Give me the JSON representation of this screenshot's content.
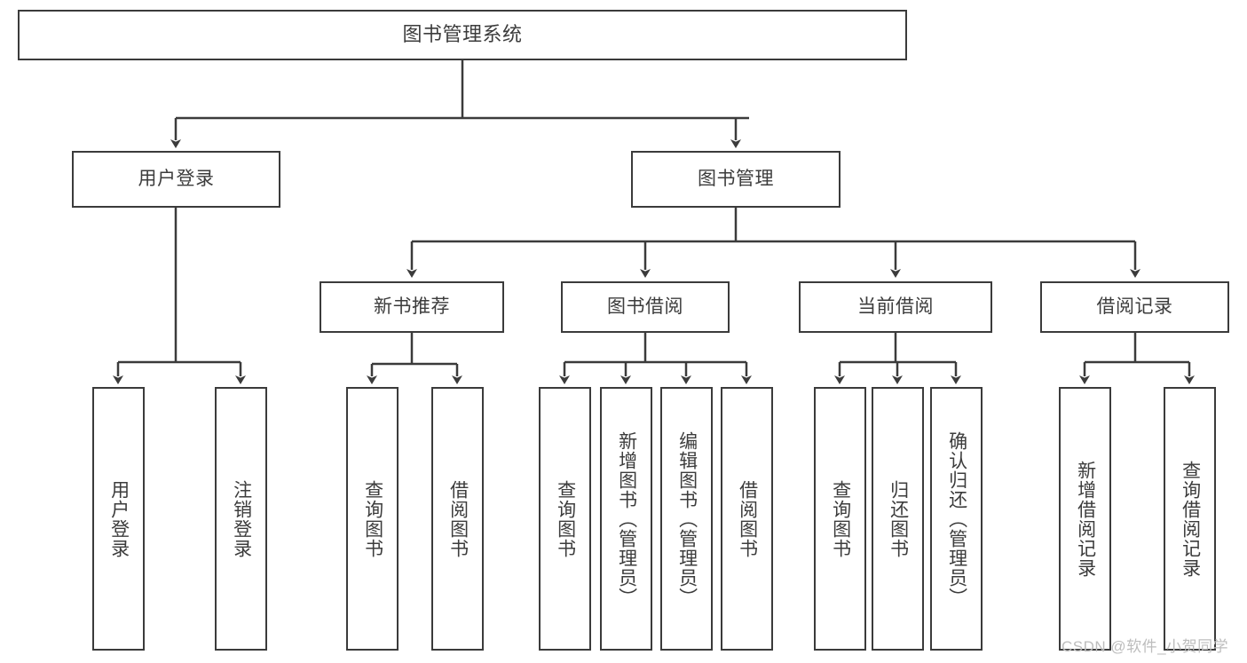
{
  "diagram": {
    "title": "图书管理系统",
    "type": "tree-hierarchy",
    "watermark": "CSDN @软件_小贺同学",
    "colors": {
      "box_border": "#3b3b3b",
      "box_fill": "#ffffff",
      "text": "#3c3c3c",
      "connector": "#3b3b3b",
      "watermark": "#bdbdbd"
    },
    "nodes": {
      "root": {
        "label": "图书管理系统"
      },
      "level1": [
        {
          "label": "用户登录"
        },
        {
          "label": "图书管理"
        }
      ],
      "level2": [
        {
          "label": "新书推荐"
        },
        {
          "label": "图书借阅"
        },
        {
          "label": "当前借阅"
        },
        {
          "label": "借阅记录"
        }
      ],
      "leaves_user_login": [
        {
          "label": "用户登录"
        },
        {
          "label": "注销登录"
        }
      ],
      "leaves_new_book": [
        {
          "label": "查询图书"
        },
        {
          "label": "借阅图书"
        }
      ],
      "leaves_borrow": [
        {
          "label": "查询图书"
        },
        {
          "label": "新增图书（管理员）"
        },
        {
          "label": "编辑图书（管理员）"
        },
        {
          "label": "借阅图书"
        }
      ],
      "leaves_current": [
        {
          "label": "查询图书"
        },
        {
          "label": "归还图书"
        },
        {
          "label": "确认归还（管理员）"
        }
      ],
      "leaves_record": [
        {
          "label": "新增借阅记录"
        },
        {
          "label": "查询借阅记录"
        }
      ]
    }
  }
}
